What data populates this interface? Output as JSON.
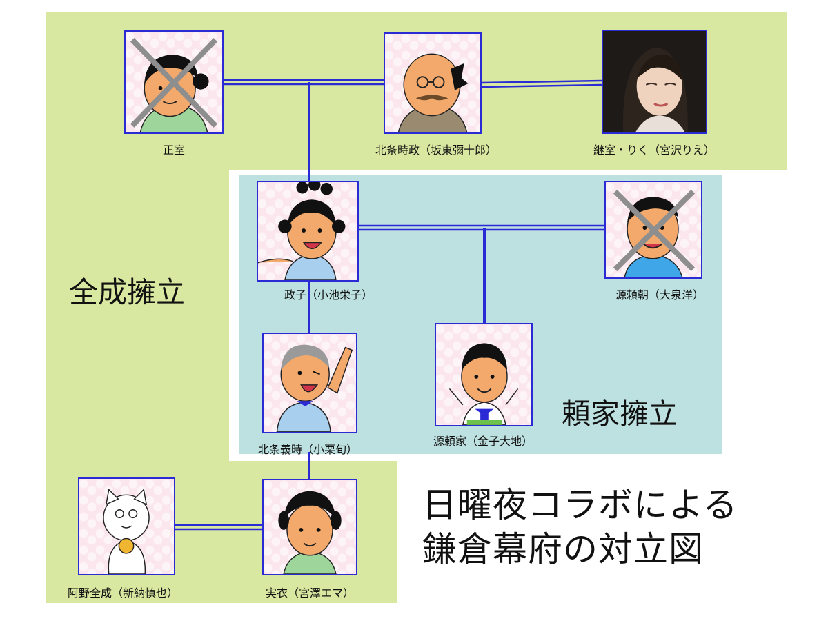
{
  "title": {
    "line1": "日曜夜コラボによる",
    "line2": "鎌倉幕府の対立図"
  },
  "groups": {
    "zensei": "全成擁立",
    "yoriie": "頼家擁立"
  },
  "people": {
    "seishitsu": "正室",
    "tokimasa": "北条時政（坂東彌十郎）",
    "riku": "継室・りく（宮沢りえ）",
    "masako": "政子（小池栄子）",
    "yoritomo": "源頼朝（大泉洋）",
    "yoshitoki": "北条義時（小栗旬）",
    "yoriie": "源頼家（金子大地）",
    "zensei": "阿野全成（新納慎也）",
    "jitsui": "実衣（宮澤エマ）"
  },
  "status": {
    "seishitsu_deceased": true,
    "yoritomo_deceased": true
  },
  "colors": {
    "green_region": "#d9e8a0",
    "blue_region": "#bde0e1",
    "frame": "#2b2bd6",
    "line": "#2b2bd6",
    "cross": "#8e8e8e"
  }
}
